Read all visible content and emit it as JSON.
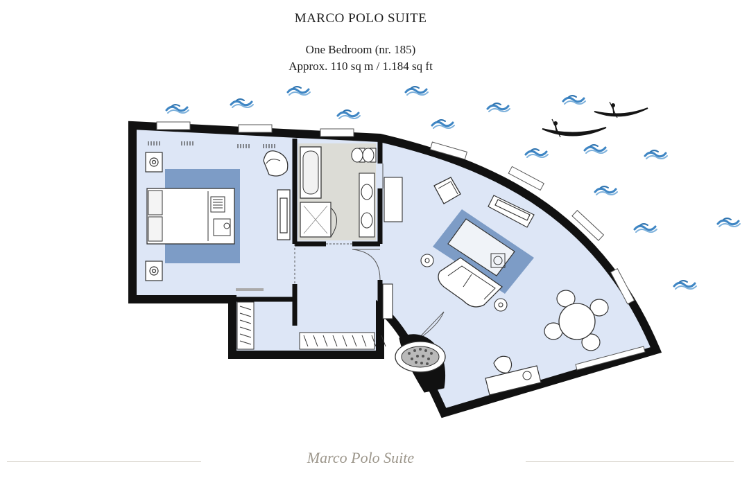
{
  "header": {
    "title": "MARCO POLO SUITE",
    "subtitle": "One Bedroom (nr. 185)",
    "area": "Approx. 110 sq m / 1.184 sq ft"
  },
  "footer": {
    "signature": "Marco Polo Suite"
  },
  "colors": {
    "wall": "#111111",
    "floor": "#dde6f6",
    "rug": "#7d9cc6",
    "bathroom_floor": "#dcdcd6",
    "water": "#3f86c4",
    "background": "#ffffff"
  },
  "icons": [
    "water-wave-icon",
    "gondola-icon",
    "bed-icon",
    "sofa-icon",
    "armchair-icon",
    "dining-table-icon",
    "bathtub-icon",
    "fireplace-icon",
    "desk-icon"
  ]
}
